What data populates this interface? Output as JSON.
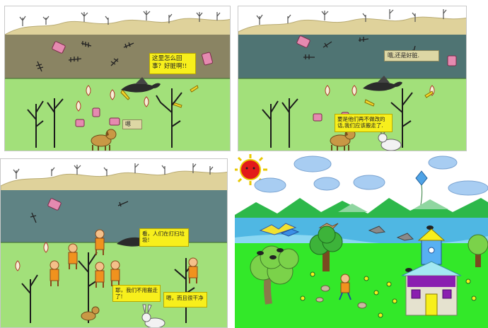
{
  "panels": {
    "p1": {
      "bubble_main": "这里怎么回事？好脏啊!!",
      "bubble_small": "嗯"
    },
    "p2": {
      "bubble_top": "哦,还是好脏.",
      "bubble_bottom": "要是他们再不做改的话,我们应该搬走了."
    },
    "p3": {
      "bubble_top": "看，人们在打扫垃圾!",
      "bubble_left": "耶，我们不用搬走了!",
      "bubble_right": "嗯，而且很干净"
    }
  },
  "colors": {
    "sky": "#ffffff",
    "hill": "#dfd29b",
    "polluted_water": "#8a8463",
    "murky_water": "#4f7473",
    "cleaner_water": "#5f8384",
    "clean_water": "#4fb7e3",
    "grass": "#a2e07a",
    "bright_grass": "#33e829",
    "sun": "#f0e000",
    "sun_face": "#e21a1a",
    "bubble_yellow": "#f7ef1c"
  }
}
